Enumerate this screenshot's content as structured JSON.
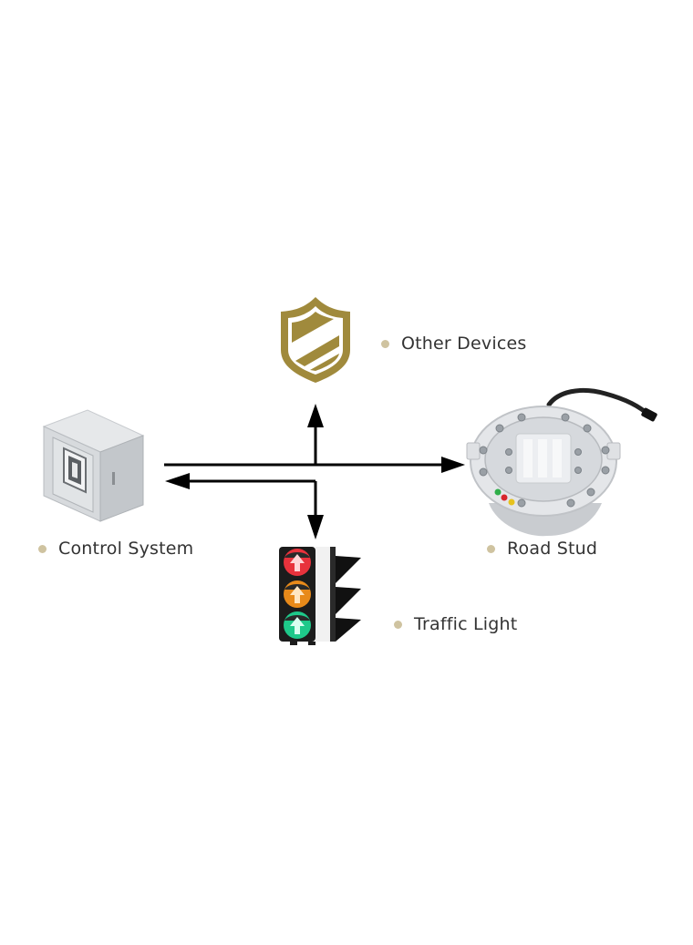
{
  "nodes": {
    "other_devices": {
      "label": "Other Devices",
      "icon": "shield-icon"
    },
    "control_system": {
      "label": "Control System",
      "icon": "control-cabinet-icon"
    },
    "road_stud": {
      "label": "Road Stud",
      "icon": "road-stud-icon"
    },
    "traffic_light": {
      "label": "Traffic Light",
      "icon": "traffic-light-icon"
    }
  },
  "colors": {
    "bullet": "#cfc3a0",
    "shield": "#a08a3c",
    "arrow": "#000000",
    "label_text": "#333333",
    "light_red": "#e8323c",
    "light_amber": "#e88a1a",
    "light_green": "#1ec98a"
  }
}
